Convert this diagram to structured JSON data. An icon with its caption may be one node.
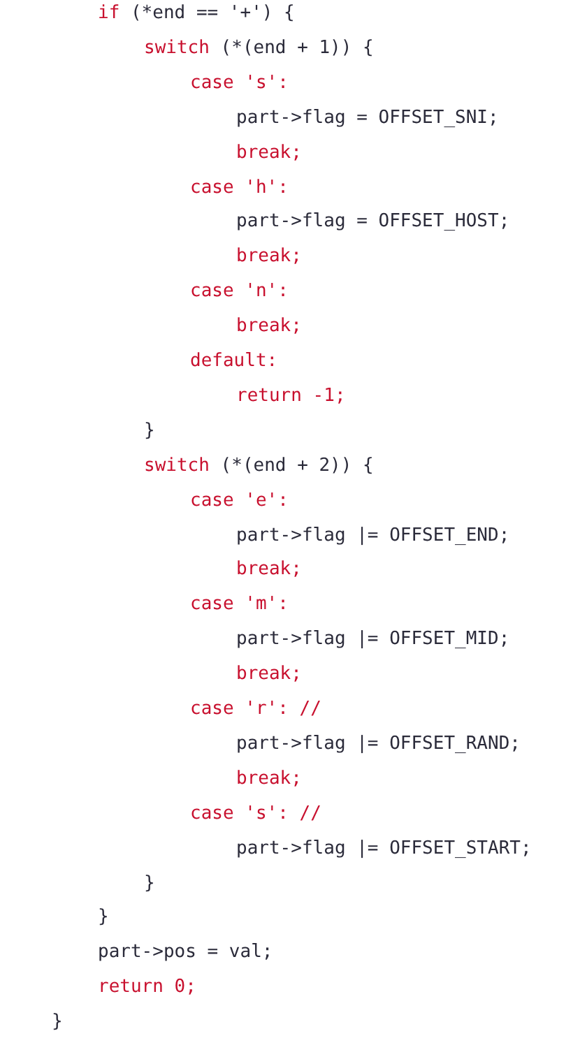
{
  "diagram": {
    "labels": [
      "if (*end == '+') {",
      "switch (*(end + 1)) {",
      "case 's':",
      "part->flag = OFFSET_SNI;",
      "break;",
      "case 'h':",
      "part->flag = OFFSET_HOST;",
      "break;",
      "case 'n':",
      "break;",
      "default:",
      "return -1;",
      "}",
      "switch (*(end + 2)) {",
      "case 'e':",
      "part->flag |= OFFSET_END;",
      "break;",
      "case 'm':",
      "part->flag |= OFFSET_MID;",
      "break;",
      "case 'r': //",
      "part->flag |= OFFSET_RAND;",
      "break;",
      "case 's': //",
      "part->flag |= OFFSET_START;",
      "}",
      "}",
      "part->pos = val;",
      "return 0;",
      "}"
    ]
  }
}
